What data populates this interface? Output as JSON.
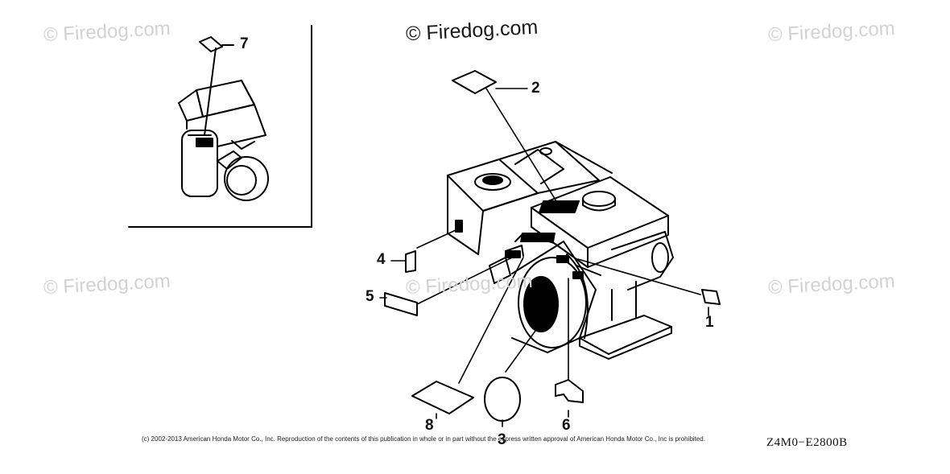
{
  "watermarks": {
    "main": "© Firedog.com",
    "faded": "© Firedog.com"
  },
  "callouts": {
    "c1": "1",
    "c2": "2",
    "c3": "3",
    "c4": "4",
    "c5": "5",
    "c6": "6",
    "c7": "7",
    "c8": "8"
  },
  "footer": {
    "copyright": "(c) 2002-2013 American Honda Motor Co., Inc. Reproduction of the contents of this publication in whole or in part without the express written approval of American Honda Motor Co., Inc is prohibited.",
    "diagram_code": "Z4M0−E2800B"
  }
}
